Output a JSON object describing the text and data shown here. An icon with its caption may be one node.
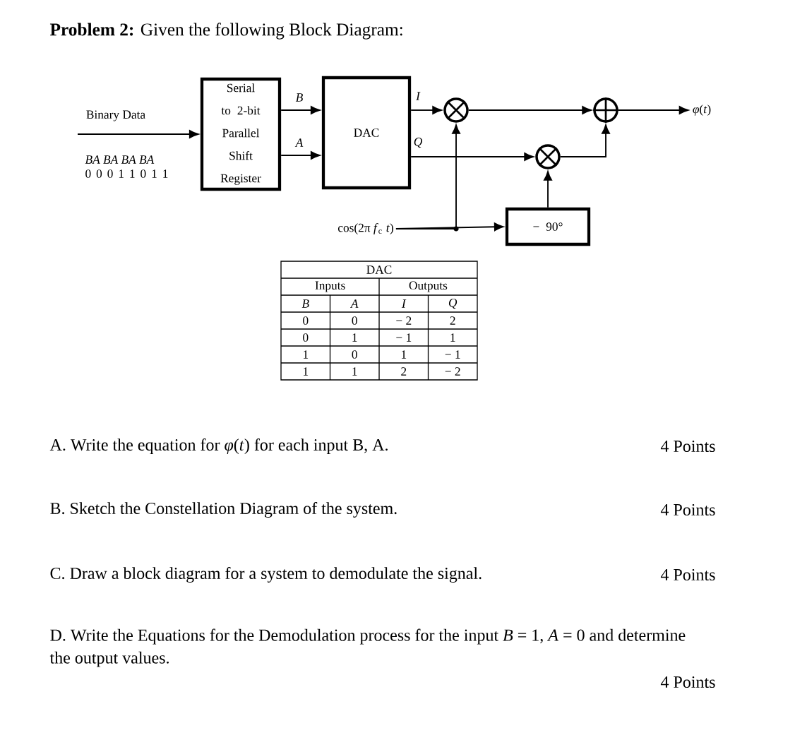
{
  "diagram": {
    "title": "**Problem 2:** Given the following Block Diagram:",
    "nodes": [
      {
        "text": [
          "Serial to 2-bit Parallel Shift Register"
        ]
      },
      {
        "text": [
          "DAC"
        ]
      },
      {
        "text": [],
        "shape": "multiplier"
      },
      {
        "text": [],
        "shape": "adder"
      },
      {
        "text": [
          "*φ*(*t*)"
        ]
      },
      {
        "text": [],
        "shape": "multiplier"
      },
      {
        "text": [
          "cos(2π *f*$_{c}$ *t*)"
        ]
      },
      {
        "text": [
          "− 90°"
        ]
      }
    ],
    "edges": [
      {
        "from": null,
        "to": 0,
        "arrow": "to",
        "label": "Binary Data"
      },
      {
        "from": 0,
        "to": 1,
        "arrow": "to",
        "label": "B"
      },
      {
        "from": 0,
        "to": 1,
        "arrow": "to",
        "label": "A"
      },
      {
        "from": 1,
        "to": 2,
        "arrow": "to",
        "label": "I"
      },
      {
        "from": 1,
        "to": 5,
        "arrow": "to",
        "label": "Q"
      },
      {
        "from": 6,
        "to": 2,
        "arrow": "to"
      },
      {
        "from": 6,
        "to": 7,
        "arrow": "to"
      },
      {
        "from": 7,
        "to": 5,
        "arrow": "to"
      },
      {
        "from": 2,
        "to": 3,
        "arrow": "to"
      },
      {
        "from": 5,
        "to": 3,
        "arrow": "to"
      },
      {
        "from": 3,
        "to": 4,
        "arrow": "to"
      }
    ],
    "labels": [
      "BA BA BA BA",
      "0 0 0 1 1 0 1 1",
      "DAC",
      "Inputs",
      "Outputs",
      "B",
      "A",
      "I",
      "Q",
      "0",
      "0",
      "− 2",
      "2",
      "0",
      "1",
      "− 1",
      "1",
      "1",
      "0",
      "1",
      "− 1",
      "1",
      "1",
      "2",
      "− 2",
      "A. Write the equation for *φ*(*t*) for each input B, A.",
      "4 Points",
      "B. Sketch the Constellation Diagram of the system.",
      "4 Points",
      "C. Draw a block diagram for a system to demodulate the signal.",
      "4 Points",
      "D. Write the Equations for the Demodulation process for the input *B* = 1, *A* = 0 and determine the output values.",
      "4 Points"
    ]
  }
}
